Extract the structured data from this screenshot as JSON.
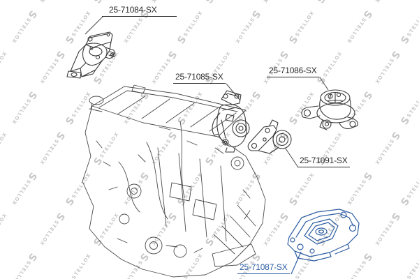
{
  "watermark": {
    "text": "STELLOX",
    "glyph": "S",
    "color": "#c9c9c9"
  },
  "colors": {
    "background": "#ffffff",
    "engine_line": "#4a4a4a",
    "part_line": "#3a3a3a",
    "label_text": "#2b2b2b",
    "highlight_blue": "#2e5fa3",
    "watermark_gray": "#c9c9c9"
  },
  "parts": [
    {
      "part_number": "25-71084-SX",
      "highlighted": false
    },
    {
      "part_number": "25-71085-SX",
      "highlighted": false
    },
    {
      "part_number": "25-71086-SX",
      "highlighted": false
    },
    {
      "part_number": "25-71091-SX",
      "highlighted": false
    },
    {
      "part_number": "25-71087-SX",
      "highlighted": true
    }
  ]
}
